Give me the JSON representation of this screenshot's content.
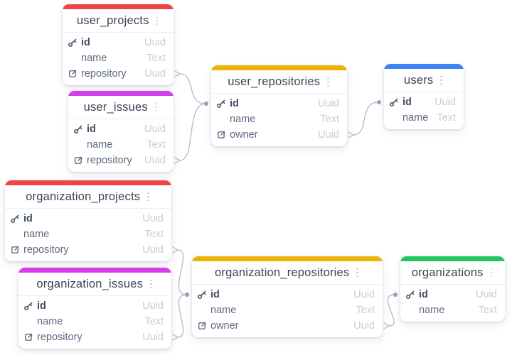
{
  "canvas": {
    "background": "#ffffff",
    "line_color": "#b4bfd3"
  },
  "icons": {
    "table_menu": "kebab-menu-icon",
    "primary_key": "key-icon",
    "foreign_key": "external-link-icon",
    "relationship_target": "dot",
    "relationship_source": "chevron-right"
  },
  "tables": [
    {
      "name": "user_projects",
      "accent": "#ef4444",
      "fields": [
        {
          "name": "id",
          "type": "Uuid",
          "key": "primary"
        },
        {
          "name": "name",
          "type": "Text",
          "key": "none"
        },
        {
          "name": "repository",
          "type": "Uuid",
          "key": "foreign"
        }
      ]
    },
    {
      "name": "user_issues",
      "accent": "#d63ceb",
      "fields": [
        {
          "name": "id",
          "type": "Uuid",
          "key": "primary"
        },
        {
          "name": "name",
          "type": "Text",
          "key": "none"
        },
        {
          "name": "repository",
          "type": "Uuid",
          "key": "foreign"
        }
      ]
    },
    {
      "name": "user_repositories",
      "accent": "#eab308",
      "fields": [
        {
          "name": "id",
          "type": "Uuid",
          "key": "primary"
        },
        {
          "name": "name",
          "type": "Text",
          "key": "none"
        },
        {
          "name": "owner",
          "type": "Uuid",
          "key": "foreign"
        }
      ]
    },
    {
      "name": "users",
      "accent": "#3d82f6",
      "fields": [
        {
          "name": "id",
          "type": "Uuid",
          "key": "primary"
        },
        {
          "name": "name",
          "type": "Text",
          "key": "none"
        }
      ]
    },
    {
      "name": "organization_projects",
      "accent": "#ef4444",
      "fields": [
        {
          "name": "id",
          "type": "Uuid",
          "key": "primary"
        },
        {
          "name": "name",
          "type": "Text",
          "key": "none"
        },
        {
          "name": "repository",
          "type": "Uuid",
          "key": "foreign"
        }
      ]
    },
    {
      "name": "organization_issues",
      "accent": "#d63ceb",
      "fields": [
        {
          "name": "id",
          "type": "Uuid",
          "key": "primary"
        },
        {
          "name": "name",
          "type": "Text",
          "key": "none"
        },
        {
          "name": "repository",
          "type": "Uuid",
          "key": "foreign"
        }
      ]
    },
    {
      "name": "organization_repositories",
      "accent": "#eab308",
      "fields": [
        {
          "name": "id",
          "type": "Uuid",
          "key": "primary"
        },
        {
          "name": "name",
          "type": "Text",
          "key": "none"
        },
        {
          "name": "owner",
          "type": "Uuid",
          "key": "foreign"
        }
      ]
    },
    {
      "name": "organizations",
      "accent": "#23c55e",
      "fields": [
        {
          "name": "id",
          "type": "Uuid",
          "key": "primary"
        },
        {
          "name": "name",
          "type": "Text",
          "key": "none"
        }
      ]
    }
  ],
  "relationships": [
    {
      "from": {
        "table": "user_projects",
        "field": "repository"
      },
      "to": {
        "table": "user_repositories",
        "field": "id"
      }
    },
    {
      "from": {
        "table": "user_issues",
        "field": "repository"
      },
      "to": {
        "table": "user_repositories",
        "field": "id"
      }
    },
    {
      "from": {
        "table": "user_repositories",
        "field": "owner"
      },
      "to": {
        "table": "users",
        "field": "id"
      }
    },
    {
      "from": {
        "table": "organization_projects",
        "field": "repository"
      },
      "to": {
        "table": "organization_repositories",
        "field": "id"
      }
    },
    {
      "from": {
        "table": "organization_issues",
        "field": "repository"
      },
      "to": {
        "table": "organization_repositories",
        "field": "id"
      }
    },
    {
      "from": {
        "table": "organization_repositories",
        "field": "owner"
      },
      "to": {
        "table": "organizations",
        "field": "id"
      }
    }
  ]
}
